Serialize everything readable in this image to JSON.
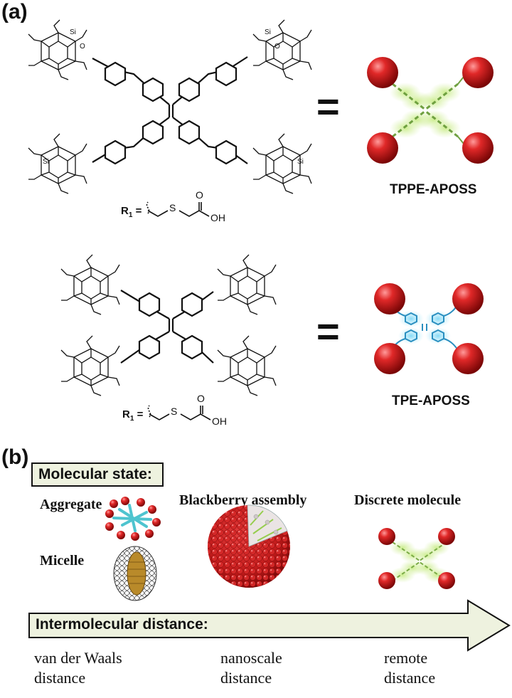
{
  "panel_a": {
    "label": "(a)",
    "r1_prefix": "R",
    "r1_sub": "1",
    "r1_eq": " =",
    "group_s": "S",
    "group_o": "O",
    "group_oh": "OH",
    "si": "Si",
    "o": "O",
    "molecule_1": {
      "name": "TPPE-APOSS"
    },
    "molecule_2": {
      "name": "TPE-APOSS"
    },
    "equals": "="
  },
  "panel_b": {
    "label": "(b)",
    "molecular_state_title": "Molecular state:",
    "states": {
      "aggregate": "Aggregate",
      "micelle": "Micelle",
      "blackberry": "Blackberry assembly",
      "discrete": "Discrete molecule"
    },
    "arrow_title": "Intermolecular distance:",
    "distances": [
      {
        "line1": "van der Waals",
        "line2": "distance"
      },
      {
        "line1": "nanoscale",
        "line2": "distance"
      },
      {
        "line1": "remote",
        "line2": "distance"
      }
    ]
  },
  "colors": {
    "sphere_red": "#cc1f1f",
    "glow_green": "#b9e07a",
    "glow_blue": "#6fd0f0",
    "box_fill": "#eef2df",
    "micelle_core": "#b98a2a"
  }
}
